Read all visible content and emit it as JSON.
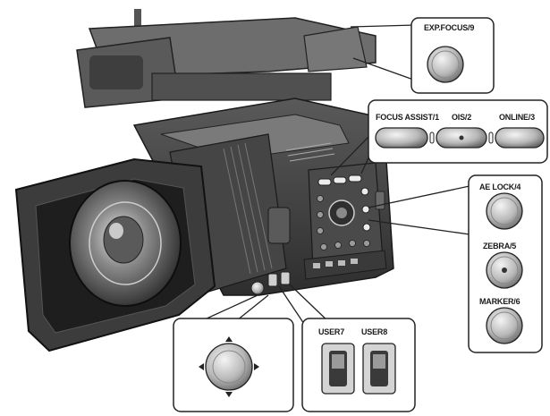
{
  "labels": {
    "exp_focus": "EXP.FOCUS/9",
    "focus_assist": "FOCUS ASSIST/1",
    "ois": "OIS/2",
    "online": "ONLINE/3",
    "ae_lock": "AE LOCK/4",
    "zebra": "ZEBRA/5",
    "marker": "MARKER/6",
    "user7": "USER7",
    "user8": "USER8"
  },
  "colors": {
    "ink": "#1a1a1a",
    "body_dark": "#3a3a3a",
    "body_mid": "#6b6b6b",
    "body_light": "#9a9a9a",
    "highlight": "#d9d9d9",
    "callout_border": "#222222"
  },
  "icons": [
    "camcorder",
    "round-button",
    "pill-button",
    "joystick",
    "rocker-switch"
  ]
}
